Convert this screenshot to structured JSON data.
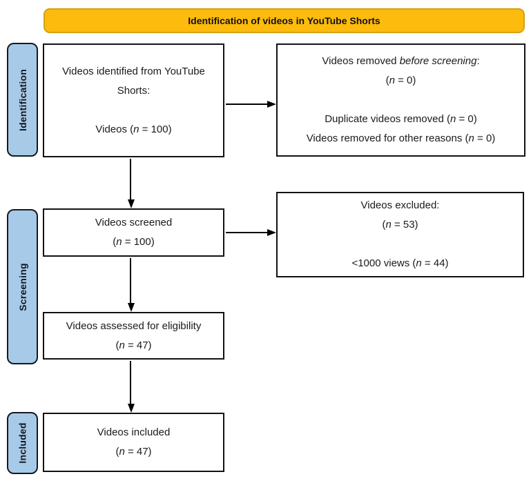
{
  "banner": {
    "label": "Identification of videos in YouTube Shorts"
  },
  "colors": {
    "banner_fill": "#FCBB0D",
    "banner_border": "#D6A00D",
    "stage_fill": "#A7CAE9",
    "box_border": "#111111"
  },
  "stages": {
    "identification": {
      "label": "Identification"
    },
    "screening": {
      "label": "Screening"
    },
    "included": {
      "label": "Included"
    }
  },
  "boxes": {
    "identified": {
      "lines": [
        [
          {
            "t": "Videos identified from YouTube"
          }
        ],
        [
          {
            "t": "Shorts:"
          }
        ],
        [],
        [
          {
            "t": "Videos ("
          },
          {
            "t": "n",
            "i": true
          },
          {
            "t": " = 100)"
          }
        ]
      ]
    },
    "removed_before_screening": {
      "lines": [
        [
          {
            "t": "Videos removed "
          },
          {
            "t": "before screening",
            "i": true
          },
          {
            "t": ":"
          }
        ],
        [
          {
            "t": "("
          },
          {
            "t": "n",
            "i": true
          },
          {
            "t": " = 0)"
          }
        ],
        [],
        [
          {
            "t": "Duplicate videos removed ("
          },
          {
            "t": "n",
            "i": true
          },
          {
            "t": " = 0)"
          }
        ],
        [
          {
            "t": "Videos removed for other reasons ("
          },
          {
            "t": "n",
            "i": true
          },
          {
            "t": " = 0)"
          }
        ]
      ]
    },
    "screened": {
      "lines": [
        [
          {
            "t": "Videos screened"
          }
        ],
        [
          {
            "t": "("
          },
          {
            "t": "n",
            "i": true
          },
          {
            "t": " = 100)"
          }
        ]
      ]
    },
    "excluded": {
      "lines": [
        [
          {
            "t": "Videos excluded:"
          }
        ],
        [
          {
            "t": "("
          },
          {
            "t": "n",
            "i": true
          },
          {
            "t": " = 53)"
          }
        ],
        [],
        [
          {
            "t": "<1000 views ("
          },
          {
            "t": "n",
            "i": true
          },
          {
            "t": " = 44)"
          }
        ]
      ]
    },
    "assessed": {
      "lines": [
        [
          {
            "t": "Videos assessed for eligibility"
          }
        ],
        [
          {
            "t": "("
          },
          {
            "t": "n",
            "i": true
          },
          {
            "t": " = 47)"
          }
        ]
      ]
    },
    "included": {
      "lines": [
        [
          {
            "t": "Videos included"
          }
        ],
        [
          {
            "t": "("
          },
          {
            "t": "n",
            "i": true
          },
          {
            "t": " = 47)"
          }
        ]
      ]
    }
  }
}
